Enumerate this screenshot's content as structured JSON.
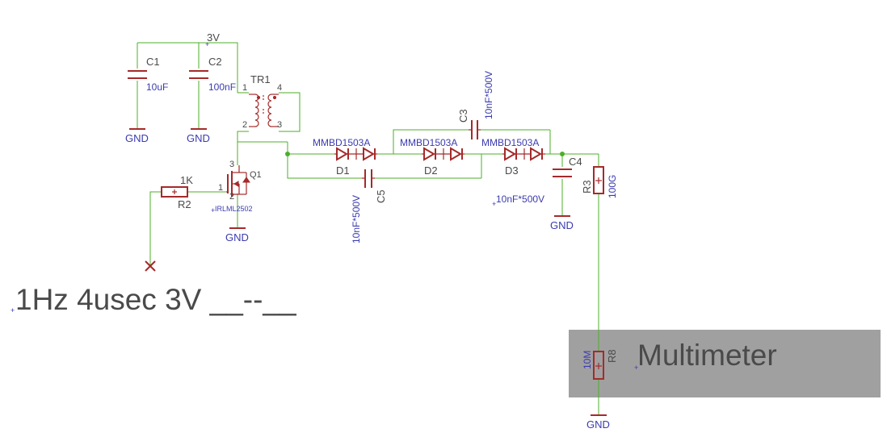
{
  "supply_label": "3V",
  "ground_label": "GND",
  "components": {
    "c1": {
      "name": "C1",
      "value": "10uF"
    },
    "c2": {
      "name": "C2",
      "value": "100nF"
    },
    "c3": {
      "name": "C3",
      "value": "10nF*500V"
    },
    "c4": {
      "name": "C4",
      "value": "10nF*500V"
    },
    "c5": {
      "name": "C5",
      "value": "10nF*500V"
    },
    "tr1": {
      "name": "TR1",
      "pins": [
        "1",
        "2",
        "3",
        "4"
      ]
    },
    "q1": {
      "name": "IRLML2502",
      "pins": [
        "1",
        "2",
        "3"
      ],
      "label": "Q1"
    },
    "r2": {
      "name": "R2",
      "value": "1K"
    },
    "r3": {
      "name": "R3",
      "value": "100G"
    },
    "r8": {
      "name": "R8",
      "value": "10M"
    },
    "d1": {
      "name": "D1",
      "value": "MMBD1503A"
    },
    "d2": {
      "name": "D2",
      "value": "MMBD1503A"
    },
    "d3": {
      "name": "D3",
      "value": "MMBD1503A"
    }
  },
  "pulse_note": "1Hz 4usec 3V __--__",
  "meter_label": "Multimeter",
  "colors": {
    "wire": "#4caf2a",
    "part": "#a52a2a",
    "value_text": "#3b3bb0",
    "meter_box": "#a0a0a0"
  }
}
